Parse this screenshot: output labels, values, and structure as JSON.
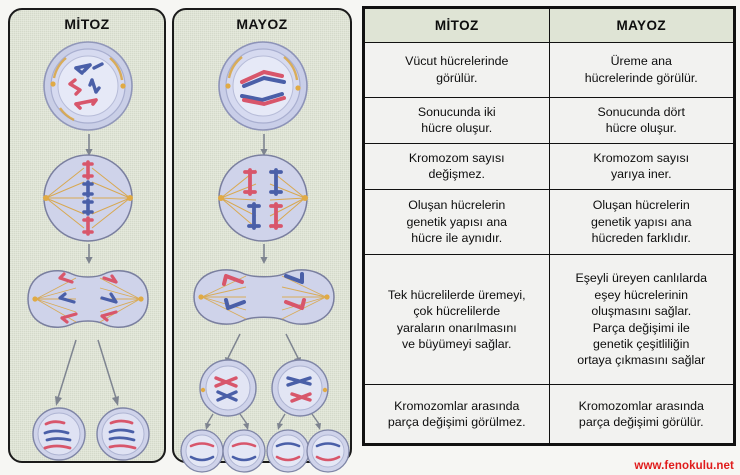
{
  "diagram": {
    "panels": [
      {
        "id": "mitoz",
        "title": "MİTOZ"
      },
      {
        "id": "mayoz",
        "title": "MAYOZ"
      }
    ],
    "chromosome_colors": {
      "red": "#d8566b",
      "blue": "#4a5fa8",
      "spindle": "#d9a441",
      "membrane": "#b9bdd8",
      "cytoplasm": "#cfd3ea"
    },
    "mitosis_stages": [
      "prophase",
      "metaphase",
      "anaphase-telophase",
      "daughter-cells"
    ],
    "meiosis_stages": [
      "prophase-I",
      "metaphase-I",
      "anaphase-I",
      "two-cells",
      "four-cells"
    ],
    "mitosis_daughter_count": 2,
    "meiosis_daughter_count": 4
  },
  "table": {
    "headers": [
      "MİTOZ",
      "MAYOZ"
    ],
    "rows": [
      {
        "mitoz": "Vücut hücrelerinde\ngörülür.",
        "mayoz": "Üreme ana\nhücrelerinde görülür."
      },
      {
        "mitoz": "Sonucunda iki\nhücre oluşur.",
        "mayoz": "Sonucunda dört\nhücre oluşur."
      },
      {
        "mitoz": "Kromozom sayısı\ndeğişmez.",
        "mayoz": "Kromozom sayısı\nyarıya iner."
      },
      {
        "mitoz": "Oluşan hücrelerin\ngenetik yapısı ana\nhücre ile aynıdır.",
        "mayoz": "Oluşan hücrelerin\ngenetik yapısı ana\nhücreden farklıdır."
      },
      {
        "mitoz": "Tek hücrelilerde üremeyi,\nçok hücrelilerde\nyaraların onarılmasını\nve büyümeyi sağlar.",
        "mayoz": "Eşeyli üreyen canlılarda\neşey hücrelerinin\noluşmasını sağlar.\nParça değişimi ile\ngenetik çeşitliliğin\nortaya çıkmasını sağlar"
      },
      {
        "mitoz": "Kromozomlar arasında\nparça değişimi görülmez.",
        "mayoz": "Kromozomlar arasında\nparça değişimi görülür."
      }
    ]
  },
  "watermark": {
    "text": "www.fenokulu.net",
    "color": "#e01b1b"
  }
}
